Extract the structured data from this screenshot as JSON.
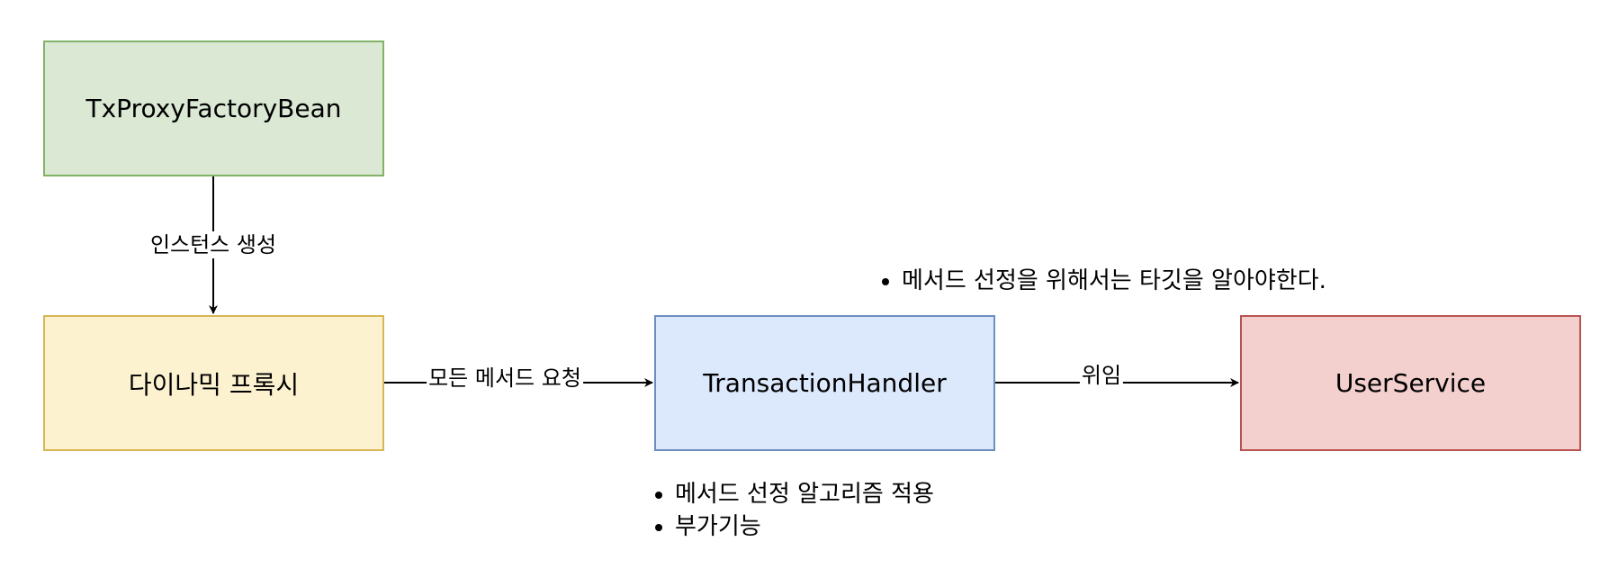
{
  "diagram": {
    "nodes": {
      "factory": {
        "label": "TxProxyFactoryBean",
        "fill": "#dae8d4",
        "stroke": "#82b366"
      },
      "proxy": {
        "label": "다이나믹 프록시",
        "fill": "#fdf2d0",
        "stroke": "#d6b656"
      },
      "handler": {
        "label": "TransactionHandler",
        "fill": "#dce8fb",
        "stroke": "#6c8ebf"
      },
      "service": {
        "label": "UserService",
        "fill": "#f3cfce",
        "stroke": "#b85450"
      }
    },
    "edges": {
      "create": {
        "label": "인스턴스 생성"
      },
      "request": {
        "label": "모든 메서드 요청"
      },
      "delegate": {
        "label": "위임"
      }
    },
    "notes": {
      "target": [
        "메서드 선정을 위해서는 타깃을 알아야한다."
      ],
      "handler": [
        "메서드 선정 알고리즘 적용",
        "부가기능"
      ]
    }
  }
}
